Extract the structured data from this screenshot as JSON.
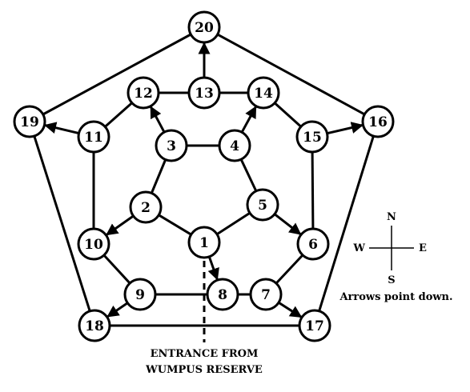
{
  "nodes": [
    {
      "label": "20"
    },
    {
      "label": "19"
    },
    {
      "label": "16"
    },
    {
      "label": "18"
    },
    {
      "label": "17"
    },
    {
      "label": "12"
    },
    {
      "label": "13"
    },
    {
      "label": "14"
    },
    {
      "label": "11"
    },
    {
      "label": "15"
    },
    {
      "label": "10"
    },
    {
      "label": "6"
    },
    {
      "label": "9"
    },
    {
      "label": "7"
    },
    {
      "label": "8"
    },
    {
      "label": "3"
    },
    {
      "label": "4"
    },
    {
      "label": "2"
    },
    {
      "label": "5"
    },
    {
      "label": "1"
    }
  ],
  "edges": [
    [
      "20",
      "19",
      false
    ],
    [
      "20",
      "16",
      false
    ],
    [
      "19",
      "18",
      false
    ],
    [
      "16",
      "17",
      false
    ],
    [
      "18",
      "17",
      false
    ],
    [
      "13",
      "20",
      true
    ],
    [
      "12",
      "13",
      false
    ],
    [
      "13",
      "14",
      false
    ],
    [
      "12",
      "11",
      false
    ],
    [
      "14",
      "15",
      false
    ],
    [
      "11",
      "10",
      false
    ],
    [
      "15",
      "6",
      false
    ],
    [
      "10",
      "9",
      false
    ],
    [
      "6",
      "7",
      false
    ],
    [
      "9",
      "8",
      false
    ],
    [
      "8",
      "7",
      false
    ],
    [
      "11",
      "19",
      true
    ],
    [
      "15",
      "16",
      true
    ],
    [
      "9",
      "18",
      true
    ],
    [
      "7",
      "17",
      true
    ],
    [
      "3",
      "4",
      false
    ],
    [
      "3",
      "2",
      false
    ],
    [
      "4",
      "5",
      false
    ],
    [
      "2",
      "1",
      false
    ],
    [
      "5",
      "1",
      false
    ],
    [
      "3",
      "12",
      true
    ],
    [
      "4",
      "14",
      true
    ],
    [
      "2",
      "10",
      true
    ],
    [
      "5",
      "6",
      true
    ],
    [
      "1",
      "8",
      true
    ]
  ],
  "entrance": {
    "line1": "ENTRANCE FROM",
    "line2": "WUMPUS RESERVE"
  },
  "compass": {
    "n": "N",
    "s": "S",
    "e": "E",
    "w": "W",
    "note": "Arrows point down."
  }
}
